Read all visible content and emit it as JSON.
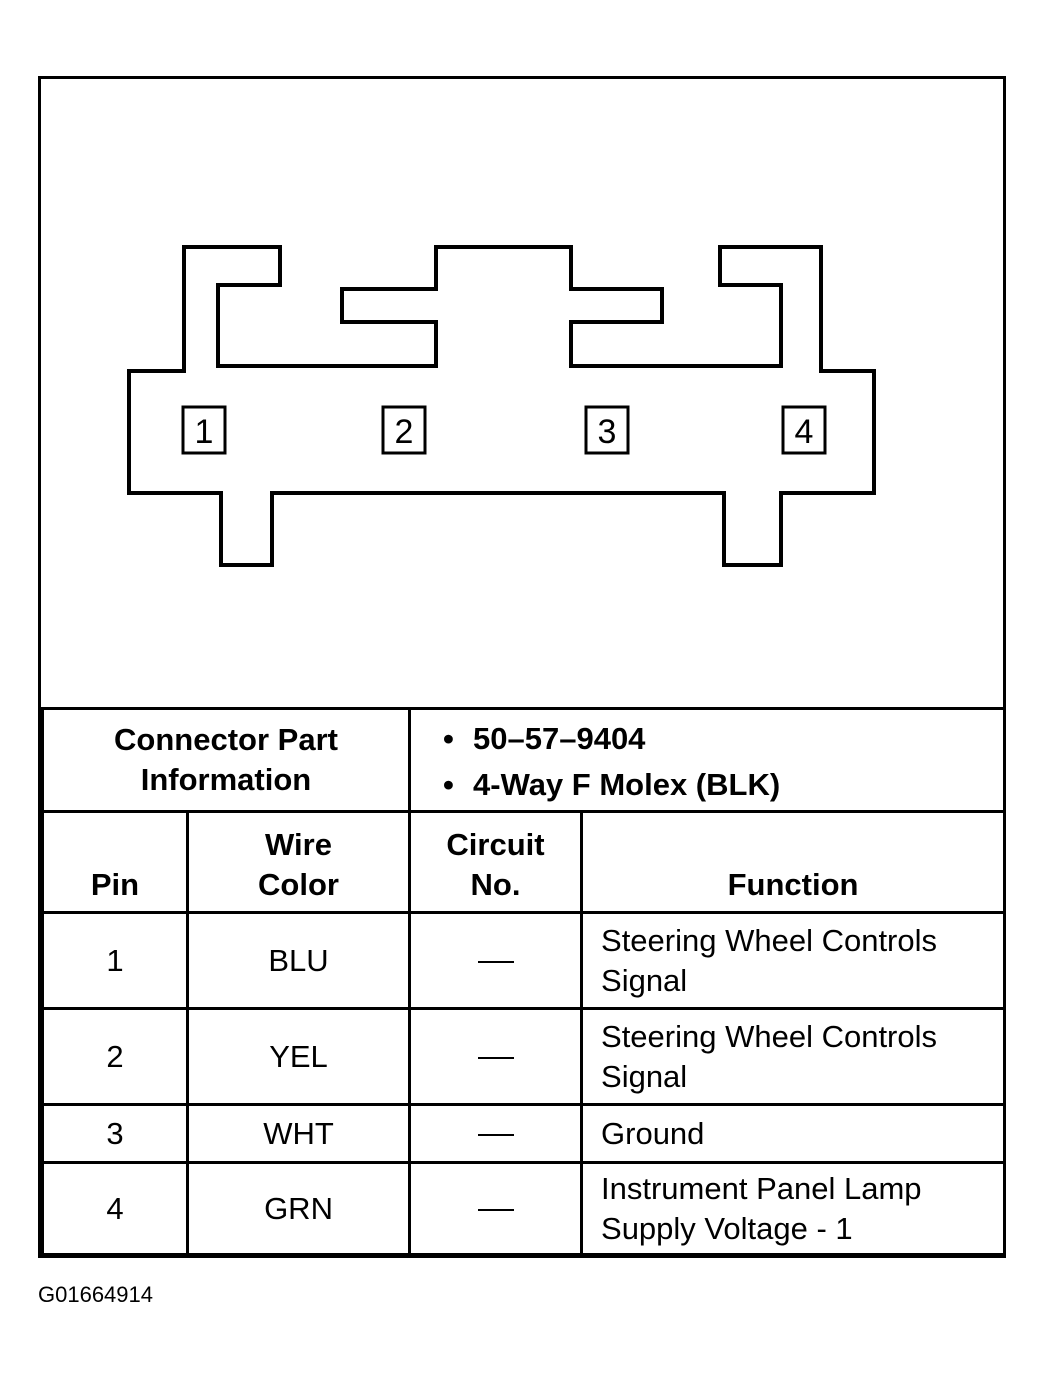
{
  "diagram": {
    "pins": [
      {
        "label": "1"
      },
      {
        "label": "2"
      },
      {
        "label": "3"
      },
      {
        "label": "4"
      }
    ]
  },
  "connector_info": {
    "label_line1": "Connector Part",
    "label_line2": "Information",
    "items": [
      "50–57–9404",
      "4-Way F Molex (BLK)"
    ]
  },
  "table": {
    "headers": {
      "pin": "Pin",
      "wire_color_line1": "Wire",
      "wire_color_line2": "Color",
      "circuit_line1": "Circuit",
      "circuit_line2": "No.",
      "function": "Function"
    },
    "rows": [
      {
        "pin": "1",
        "wire_color": "BLU",
        "circuit": "—",
        "function_line1": "Steering Wheel Controls",
        "function_line2": "Signal"
      },
      {
        "pin": "2",
        "wire_color": "YEL",
        "circuit": "—",
        "function_line1": "Steering Wheel Controls",
        "function_line2": "Signal"
      },
      {
        "pin": "3",
        "wire_color": "WHT",
        "circuit": "—",
        "function_line1": "Ground",
        "function_line2": ""
      },
      {
        "pin": "4",
        "wire_color": "GRN",
        "circuit": "—",
        "function_line1": "Instrument Panel Lamp",
        "function_line2": "Supply Voltage - 1"
      }
    ]
  },
  "figure_id": "G01664914"
}
